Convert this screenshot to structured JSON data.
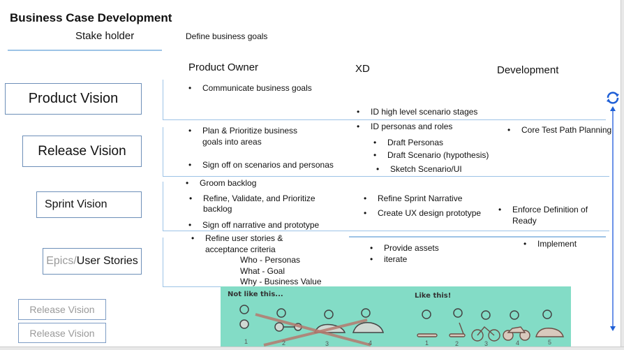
{
  "header": {
    "title": "Business Case Development",
    "stakeholder": "Stake holder",
    "stakeholder_task": "Define business goals"
  },
  "columns": {
    "product_owner": "Product Owner",
    "xd": "XD",
    "development": "Development"
  },
  "levels": [
    {
      "label": "Product Vision",
      "product_owner": [
        "Communicate business goals"
      ],
      "xd": [
        "ID high level scenario stages"
      ],
      "development": []
    },
    {
      "label": "Release Vision",
      "product_owner": [
        "Plan & Prioritize business",
        "goals into areas",
        "Sign off on scenarios and personas"
      ],
      "xd": [
        "ID personas and roles",
        "Draft Personas",
        "Draft Scenario (hypothesis)",
        "Sketch Scenario/UI"
      ],
      "development": [
        "Core Test Path Planning"
      ]
    },
    {
      "label": "Sprint Vision",
      "product_owner": [
        "Groom backlog",
        "Refine, Validate, and Prioritize",
        "backlog",
        "Sign off narrative and prototype"
      ],
      "xd": [
        "Refine Sprint Narrative",
        "Create UX design prototype"
      ],
      "development": [
        "Enforce Definition of",
        "Ready"
      ]
    },
    {
      "label_prefix": "Epics/",
      "label": "User Stories",
      "product_owner": [
        "Refine user stories &",
        "acceptance criteria",
        "Who - Personas",
        "What - Goal",
        "Why - Business Value"
      ],
      "xd": [
        "Provide assets",
        "iterate"
      ],
      "development": [
        "Implement"
      ]
    }
  ],
  "ghost_boxes": [
    "Release Vision",
    "Release Vision"
  ],
  "illustrations": {
    "bad": {
      "caption": "Not like this...",
      "numbers": [
        "1",
        "2",
        "3",
        "4"
      ]
    },
    "good": {
      "caption": "Like this!",
      "numbers": [
        "1",
        "2",
        "3",
        "4",
        "5"
      ]
    }
  },
  "icons": {
    "cycle": "refresh-cycle-icon",
    "arrow": "double-arrow-vertical-icon"
  },
  "colors": {
    "line": "#9dc3e6",
    "box_border": "#6d8fb8",
    "accent": "#1f5fd6",
    "illustration_bg": "#83dcc6",
    "ghost_text": "#9a9a9a"
  }
}
